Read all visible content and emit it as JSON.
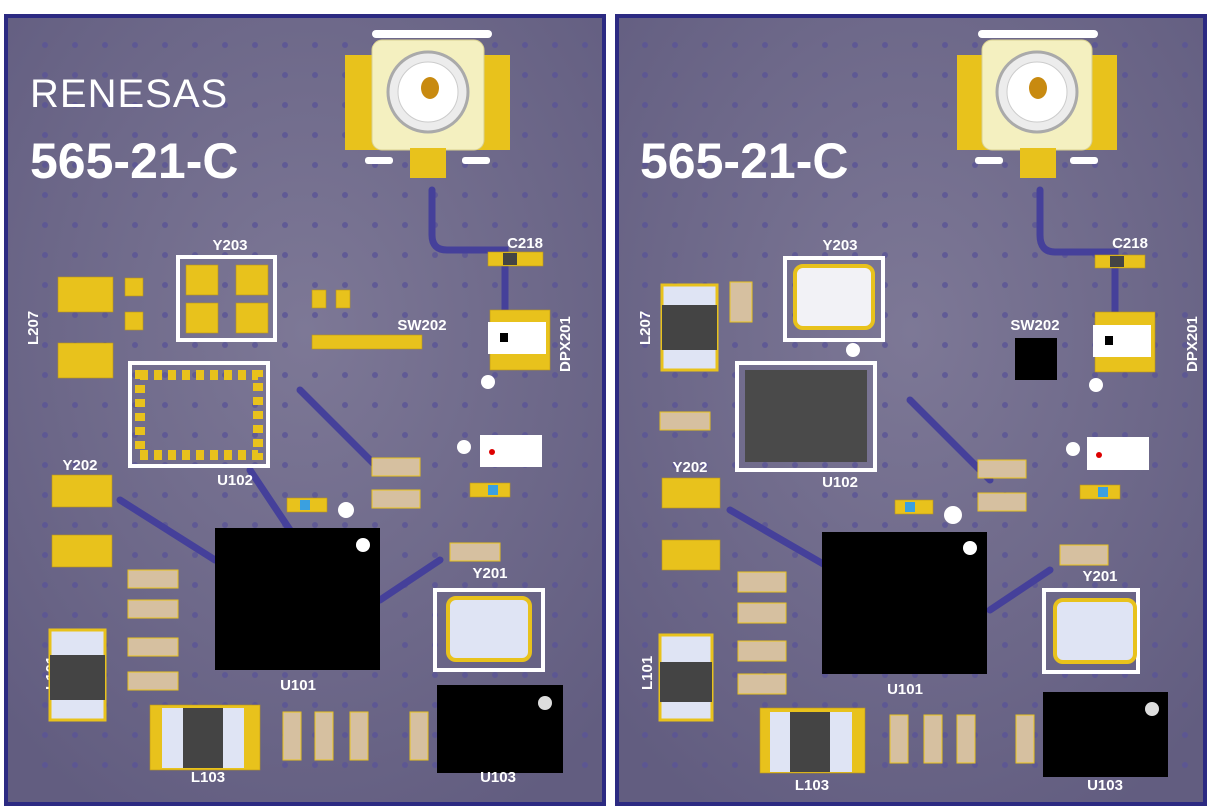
{
  "boards": [
    {
      "variant": "bare layout",
      "logo": "RENESAS",
      "part_number": "565-21-C",
      "refdes": {
        "y203": "Y203",
        "c218": "C218",
        "l207": "L207",
        "sw202": "SW202",
        "dpx201": "DPX201",
        "u102": "U102",
        "y202": "Y202",
        "u101": "U101",
        "y201": "Y201",
        "l101": "L101",
        "l103": "L103",
        "u103": "U103"
      }
    },
    {
      "variant": "populated",
      "part_number": "565-21-C",
      "refdes": {
        "y203": "Y203",
        "c218": "C218",
        "l207": "L207",
        "sw202": "SW202",
        "dpx201": "DPX201",
        "u102": "U102",
        "y202": "Y202",
        "u101": "U101",
        "y201": "Y201",
        "l101": "L101",
        "l103": "L103",
        "u103": "U103"
      }
    }
  ],
  "colors": {
    "board": "#6f6a8a",
    "board_edge": "#2c2a82",
    "copper_pad": "#e8c21c",
    "trace": "#45409a",
    "silkscreen": "#ffffff",
    "ic_body": "#000000"
  }
}
